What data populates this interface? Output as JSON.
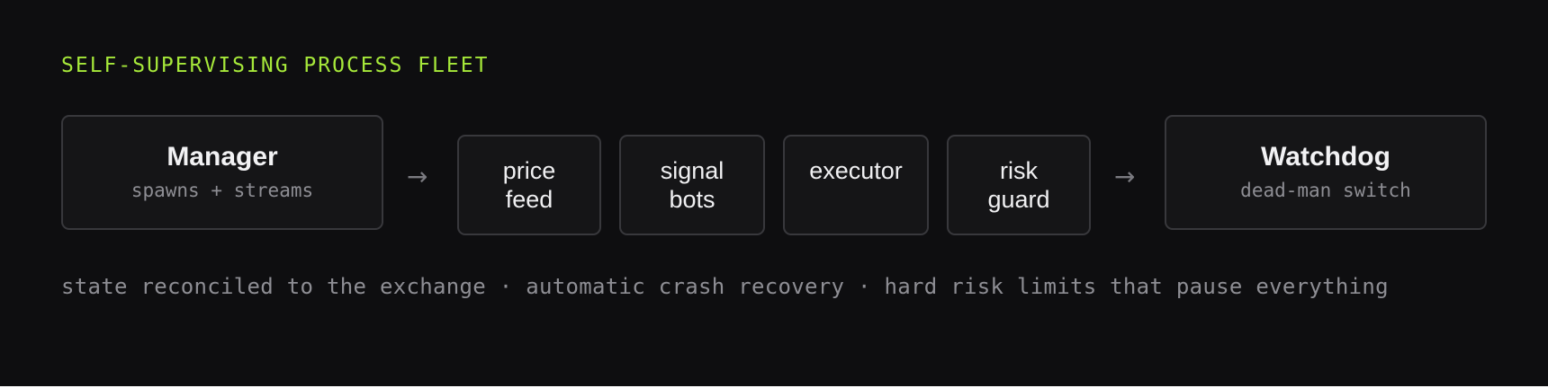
{
  "heading": "SELF-SUPERVISING PROCESS FLEET",
  "manager": {
    "title": "Manager",
    "subtitle": "spawns + streams"
  },
  "workers": [
    {
      "label": "price\nfeed"
    },
    {
      "label": "signal\nbots"
    },
    {
      "label": "executor"
    },
    {
      "label": "risk\nguard"
    }
  ],
  "watchdog": {
    "title": "Watchdog",
    "subtitle": "dead-man switch"
  },
  "arrows": {
    "symbol": "→"
  },
  "footnote": "state reconciled to the exchange · automatic crash recovery · hard risk limits that pause everything",
  "colors": {
    "background": "#0e0e10",
    "accent": "#a6e83a",
    "box_border": "#38383c",
    "box_fill": "#151517",
    "muted_text": "#8e8e94"
  }
}
